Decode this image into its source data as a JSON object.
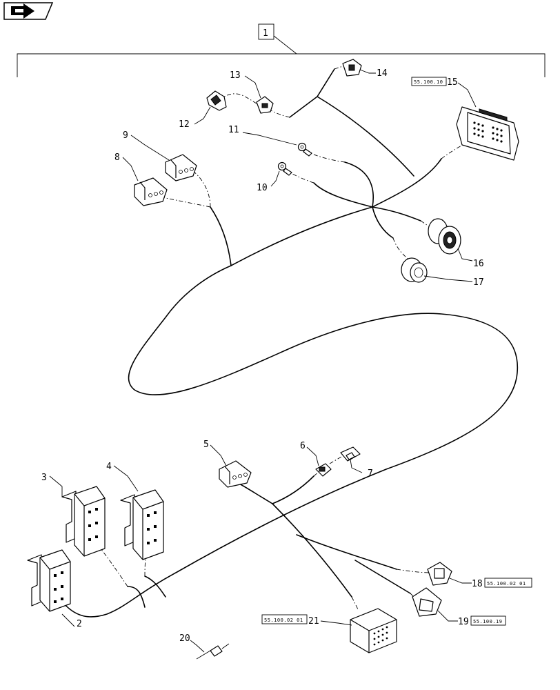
{
  "nav_icon": "folder-arrow-icon",
  "assembly": {
    "item": "1"
  },
  "callouts": {
    "c2": "2",
    "c3": "3",
    "c4": "4",
    "c5": "5",
    "c6": "6",
    "c7": "7",
    "c8": "8",
    "c9": "9",
    "c10": "10",
    "c11": "11",
    "c12": "12",
    "c13": "13",
    "c14": "14",
    "c15": "15",
    "c16": "16",
    "c17": "17",
    "c18": "18",
    "c19": "19",
    "c20": "20",
    "c21": "21"
  },
  "refs": {
    "r15": "55.100.10",
    "r18": "55.100.02 01",
    "r19": "55.100.19",
    "r21": "55.100.02 01"
  }
}
